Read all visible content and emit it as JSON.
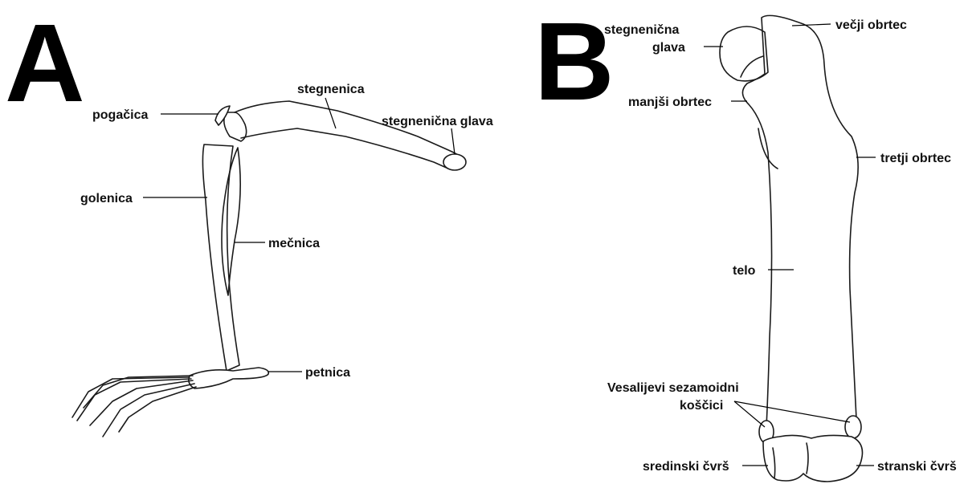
{
  "panel_a": {
    "letter": "A",
    "labels": {
      "patella": "pogačica",
      "femur": "stegnenica",
      "femoral_head": "stegnenična glava",
      "tibia": "golenica",
      "fibula": "mečnica",
      "calcaneus": "petnica"
    }
  },
  "panel_b": {
    "letter": "B",
    "labels": {
      "femoral_head_line1": "stegnenična",
      "femoral_head_line2": "glava",
      "greater_trochanter": "večji obrtec",
      "lesser_trochanter": "manjši obrtec",
      "third_trochanter": "tretji obrtec",
      "body": "telo",
      "sesamoid_line1": "Vesalijevi sezamoidni",
      "sesamoid_line2": "koščici",
      "medial_condyle": "sredinski čvrš",
      "lateral_condyle": "stranski čvrš"
    }
  }
}
